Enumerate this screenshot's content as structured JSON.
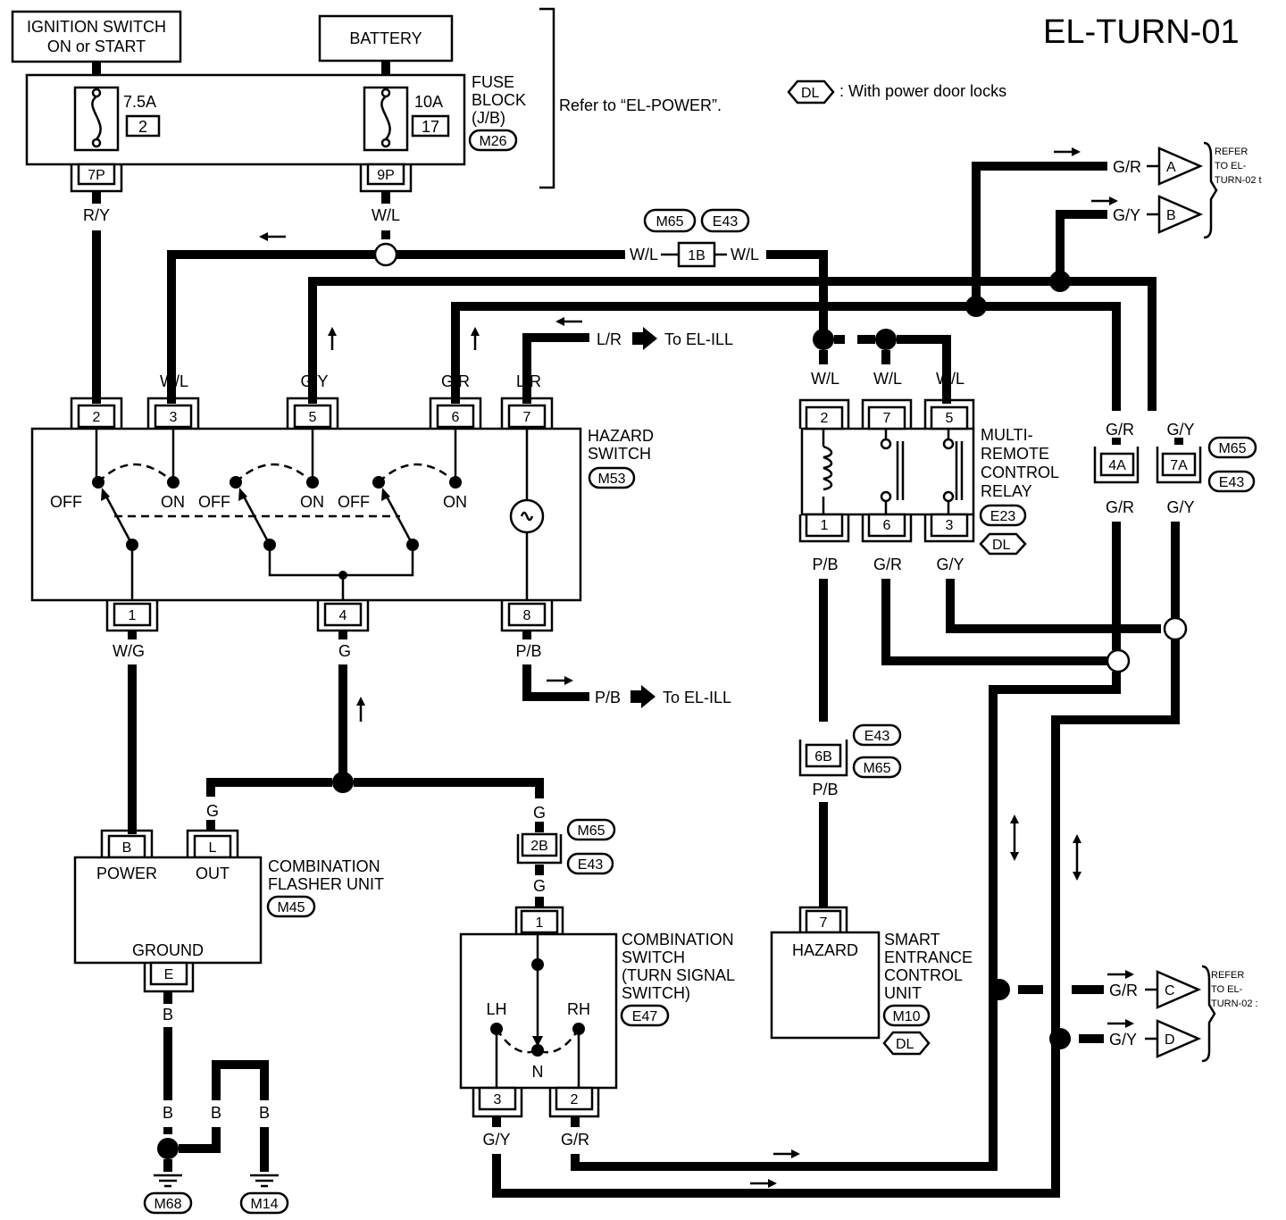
{
  "title": "EL-TURN-01",
  "legend": {
    "code": "DL",
    "text": ": With power door locks"
  },
  "sources": {
    "ignition_line1": "IGNITION SWITCH",
    "ignition_line2": "ON or START",
    "battery": "BATTERY"
  },
  "fuse_block": {
    "label_line1": "FUSE",
    "label_line2": "BLOCK",
    "label_line3": "(J/B)",
    "connector": "M26",
    "fuse_a_rating": "7.5A",
    "fuse_a_num": "2",
    "fuse_b_rating": "10A",
    "fuse_b_num": "17",
    "term_a": "7P",
    "term_b": "9P",
    "refer": "Refer to “EL-POWER”."
  },
  "wires": {
    "ry": "R/Y",
    "wl": "W/L",
    "gy": "G/Y",
    "gr": "G/R",
    "lr": "L/R",
    "wg": "W/G",
    "g": "G",
    "pb": "P/B",
    "b": "B"
  },
  "joint_1b": {
    "label": "1B",
    "conn_a": "M65",
    "conn_b": "E43"
  },
  "to_el_ill": "To EL-ILL",
  "hazard_switch": {
    "label_line1": "HAZARD",
    "label_line2": "SWITCH",
    "connector": "M53",
    "pins_top": [
      "2",
      "3",
      "5",
      "6",
      "7"
    ],
    "pins_bottom": [
      "1",
      "4",
      "8"
    ],
    "off": "OFF",
    "on": "ON"
  },
  "relay": {
    "label_line1": "MULTI-",
    "label_line2": "REMOTE",
    "label_line3": "CONTROL",
    "label_line4": "RELAY",
    "connector": "E23",
    "variant": "DL",
    "pins_top": [
      "2",
      "7",
      "5"
    ],
    "pins_bottom": [
      "1",
      "6",
      "3"
    ]
  },
  "joints_4a_7a": {
    "a": "4A",
    "b": "7A",
    "conn_a": "M65",
    "conn_b": "E43"
  },
  "refer_turn02": {
    "line1": "REFER",
    "line2": "TO EL-",
    "line3a": "TURN-02 t",
    "line3b": "TURN-02 :",
    "a": "A",
    "b": "B",
    "c": "C",
    "d": "D"
  },
  "joint_6b": {
    "label": "6B",
    "conn_a": "E43",
    "conn_b": "M65"
  },
  "flasher": {
    "label_line1": "COMBINATION",
    "label_line2": "FLASHER UNIT",
    "connector": "M45",
    "pin_power": "B",
    "pin_out": "L",
    "pin_ground": "E",
    "power": "POWER",
    "out": "OUT",
    "ground": "GROUND"
  },
  "joint_2b": {
    "label": "2B",
    "conn_a": "M65",
    "conn_b": "E43"
  },
  "combo_switch": {
    "label_line1": "COMBINATION",
    "label_line2": "SWITCH",
    "label_line3": "(TURN SIGNAL",
    "label_line4": "SWITCH)",
    "connector": "E47",
    "pin_top": "1",
    "pin_lh": "3",
    "pin_rh": "2",
    "lh": "LH",
    "rh": "RH",
    "n": "N"
  },
  "smart_unit": {
    "label_line1": "SMART",
    "label_line2": "ENTRANCE",
    "label_line3": "CONTROL",
    "label_line4": "UNIT",
    "connector": "M10",
    "variant": "DL",
    "pin": "7",
    "hazard": "HAZARD"
  },
  "grounds": {
    "a": "M68",
    "b": "M14"
  }
}
